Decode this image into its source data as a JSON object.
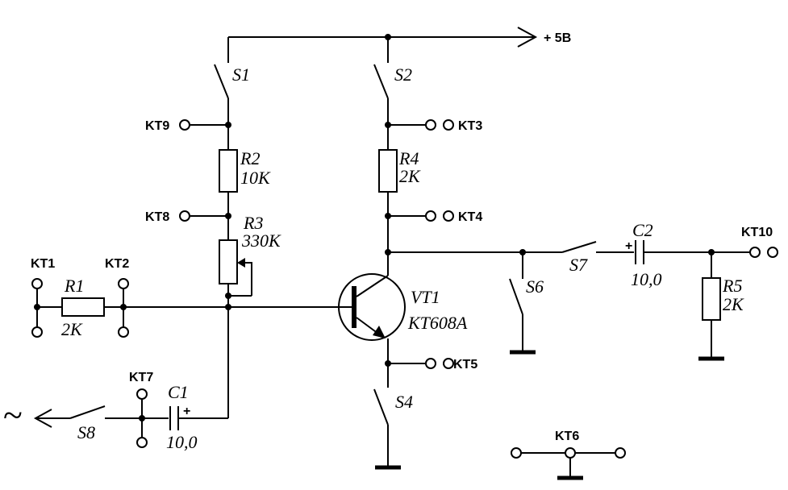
{
  "supply": {
    "label": "+ 5В"
  },
  "switches": {
    "s1": "S1",
    "s2": "S2",
    "s4": "S4",
    "s6": "S6",
    "s7": "S7",
    "s8": "S8"
  },
  "resistors": {
    "r1": {
      "name": "R1",
      "value": "2K"
    },
    "r2": {
      "name": "R2",
      "value": "10K"
    },
    "r3": {
      "name": "R3",
      "value": "330K"
    },
    "r4": {
      "name": "R4",
      "value": "2K"
    },
    "r5": {
      "name": "R5",
      "value": "2K"
    }
  },
  "capacitors": {
    "c1": {
      "name": "C1",
      "value": "10,0",
      "plus": "+"
    },
    "c2": {
      "name": "C2",
      "value": "10,0",
      "plus": "+"
    }
  },
  "transistor": {
    "name": "VT1",
    "type": "KT608A"
  },
  "test_points": {
    "kt1": "KT1",
    "kt2": "KT2",
    "kt3": "KT3",
    "kt4": "KT4",
    "kt5": "KT5",
    "kt6": "KT6",
    "kt7": "KT7",
    "kt8": "KT8",
    "kt9": "KT9",
    "kt10": "KT10"
  },
  "ac_source": {
    "symbol": "~"
  }
}
